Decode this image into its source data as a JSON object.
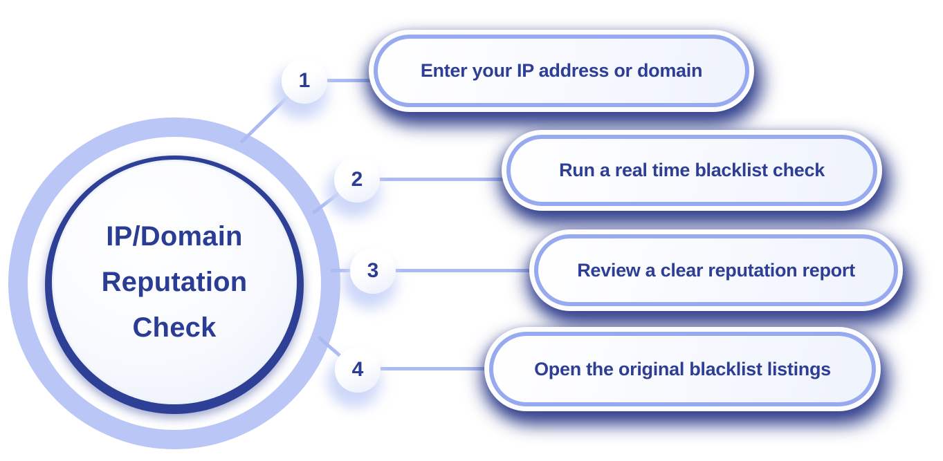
{
  "diagram": {
    "title_lines": [
      "IP/Domain",
      "Reputation",
      "Check"
    ],
    "steps": [
      {
        "number": "1",
        "label": "Enter your IP address or domain"
      },
      {
        "number": "2",
        "label": "Run a real time blacklist check"
      },
      {
        "number": "3",
        "label": "Review a clear reputation report"
      },
      {
        "number": "4",
        "label": "Open the original blacklist listings"
      }
    ],
    "colors": {
      "navy_ring": "#2e3f96",
      "title_text": "#2b3c94",
      "label_text": "#2d3e94",
      "outer_light_ring": "#b9c6f6",
      "pill_ring": "#97a9ef",
      "connector_line": "#abbaf2",
      "pill_shadow": "#2d3b8a",
      "badge_halo": "#cbd6f8"
    }
  }
}
